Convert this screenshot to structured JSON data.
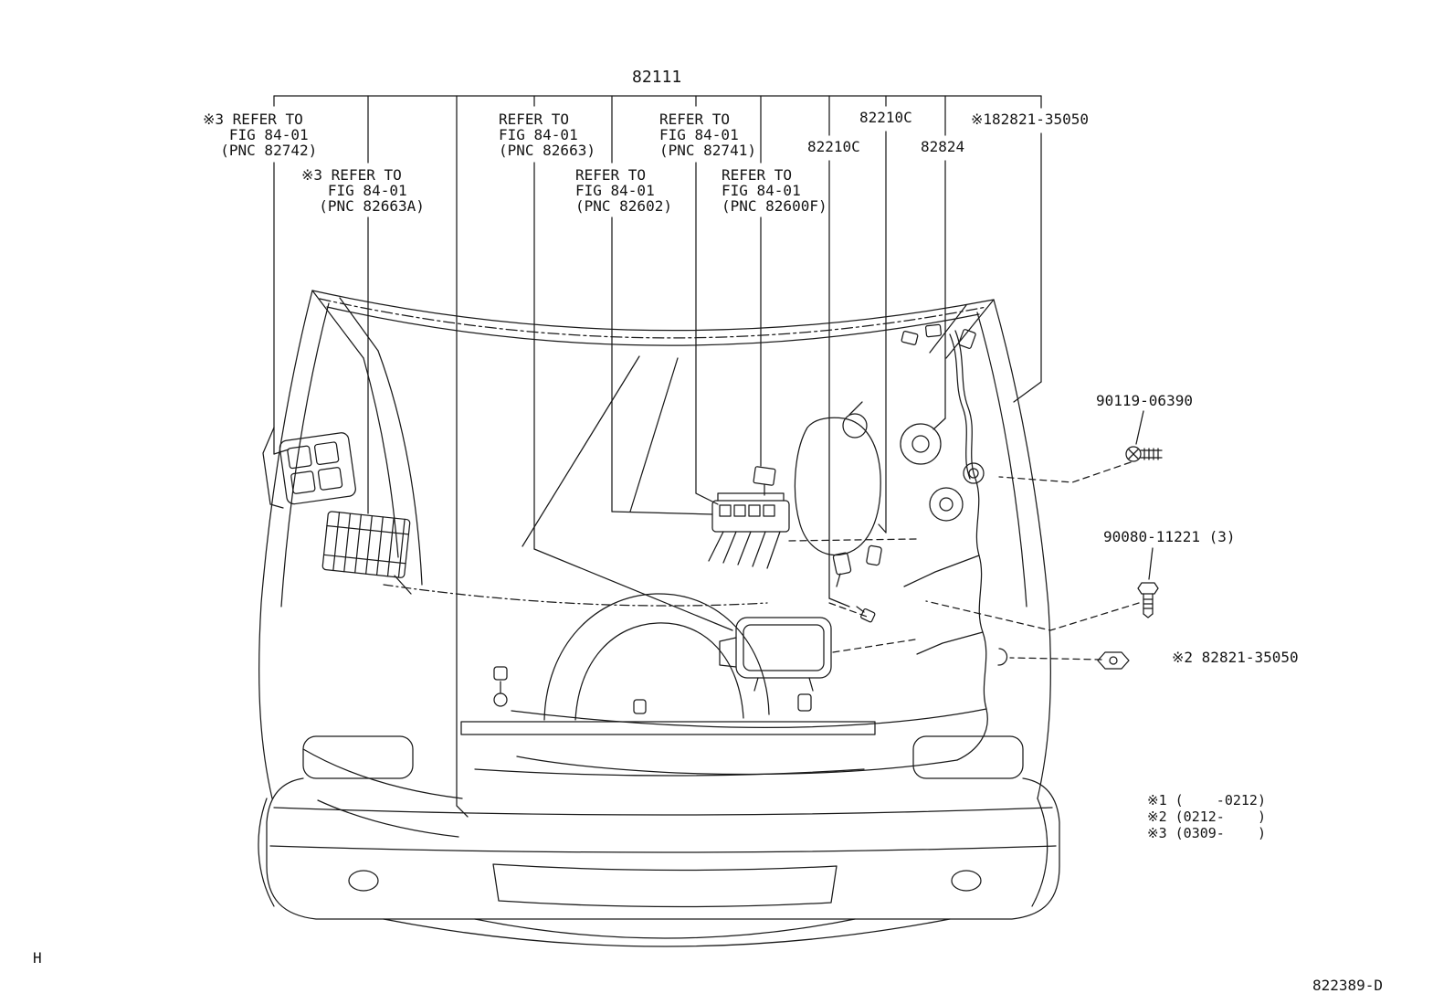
{
  "page": {
    "page_marker": "H",
    "drawing_number": "822389-D"
  },
  "callouts": {
    "main_part": "82111",
    "refs": {
      "pnc_82742": "※3 REFER TO\n   FIG 84-01\n  (PNC 82742)",
      "pnc_82663a": "※3 REFER TO\n   FIG 84-01\n  (PNC 82663A)",
      "pnc_82663": "REFER TO\nFIG 84-01\n(PNC 82663)",
      "pnc_82602": "REFER TO\nFIG 84-01\n(PNC 82602)",
      "pnc_82741": "REFER TO\nFIG 84-01\n(PNC 82741)",
      "pnc_82600f": "REFER TO\nFIG 84-01\n(PNC 82600F)"
    },
    "parts": {
      "p_82210c_upper": "82210C",
      "p_82210c_lower": "82210C",
      "p_82824": "82824",
      "p_82821_top": "※182821-35050",
      "p_90119": "90119-06390",
      "p_90080": "90080-11221 (3)",
      "p_82821_mid": "※2 82821-35050"
    },
    "legend": "※1 (    -0212)\n※2 (0212-    )\n※3 (0309-    )"
  },
  "colors": {
    "line": "#1a1a1a",
    "background": "#ffffff"
  }
}
